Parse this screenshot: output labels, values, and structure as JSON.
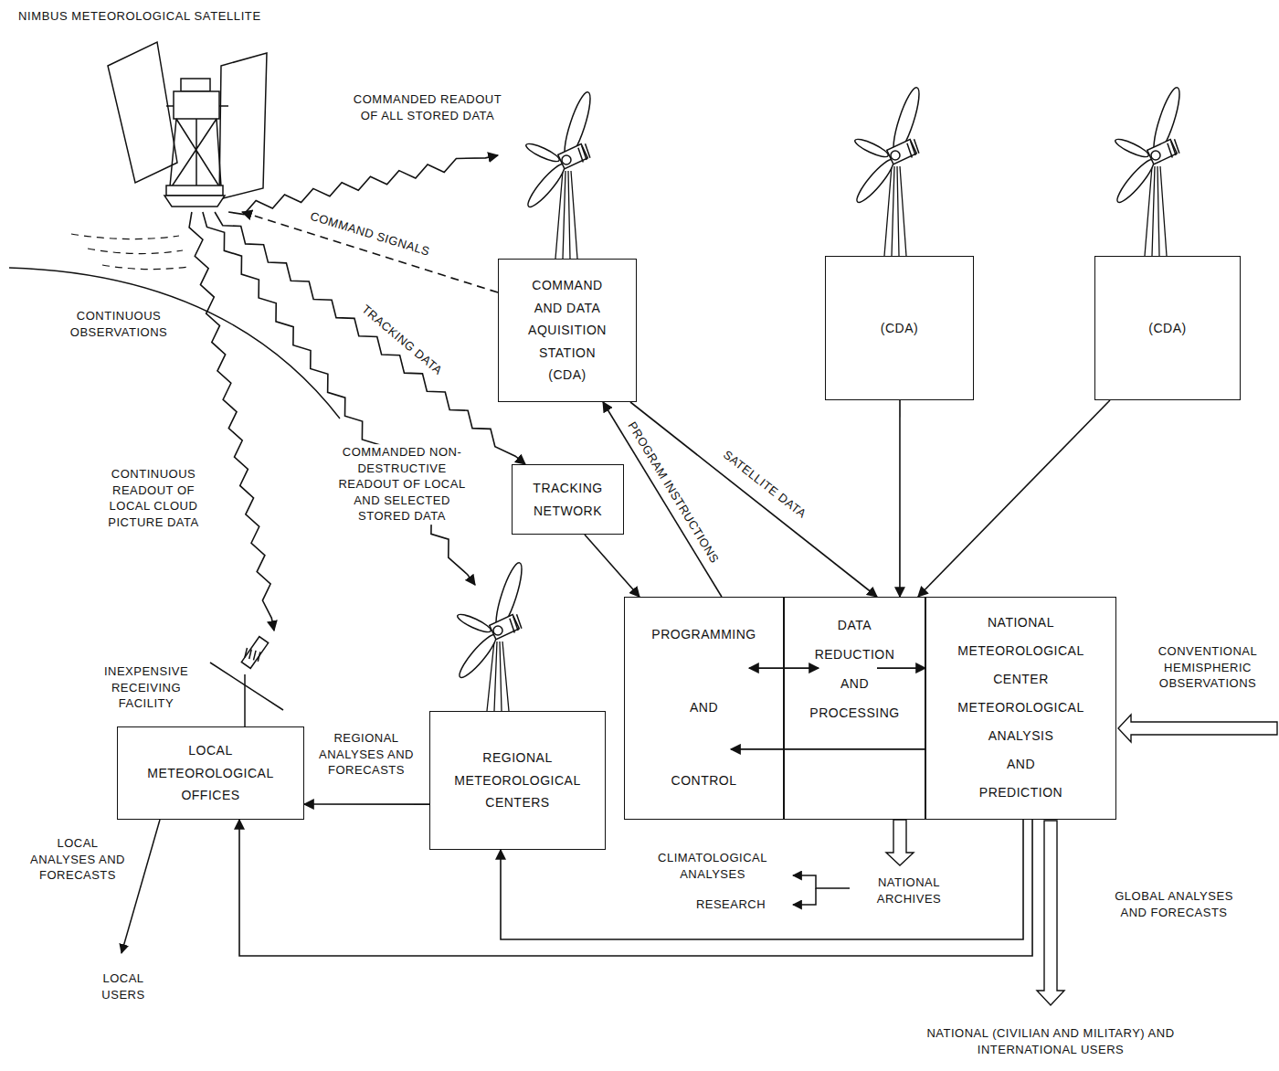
{
  "diagram": {
    "nodes": [
      {
        "text": [
          "NIMBUS METEOROLOGICAL SATELLITE"
        ]
      },
      {
        "text": [
          "COMMAND AND DATA AQUISITION STATION (CDA)"
        ]
      },
      {
        "text": [
          "(CDA)"
        ]
      },
      {
        "text": [
          "(CDA)"
        ]
      },
      {
        "text": [
          "TRACKING NETWORK"
        ]
      },
      {
        "text": [
          "PROGRAMMING AND CONTROL"
        ]
      },
      {
        "text": [
          "DATA REDUCTION AND PROCESSING"
        ]
      },
      {
        "text": [
          "NATIONAL METEOROLOGICAL CENTER METEOROLOGICAL ANALYSIS AND PREDICTION"
        ]
      },
      {
        "text": [
          "REGIONAL METEOROLOGICAL CENTERS"
        ]
      },
      {
        "text": [
          "LOCAL METEOROLOGICAL OFFICES"
        ]
      }
    ],
    "edges": [
      {
        "from": 0,
        "to": 1,
        "label": "COMMANDED READOUT OF ALL STORED DATA",
        "arrow": "to"
      },
      {
        "from": 1,
        "to": 0,
        "label": "COMMAND SIGNALS",
        "arrow": "to"
      },
      {
        "from": 0,
        "to": 4,
        "label": "TRACKING DATA",
        "arrow": "to"
      },
      {
        "from": 0,
        "to": 8,
        "label": "COMMANDED NON-DESTRUCTIVE READOUT OF LOCAL AND SELECTED STORED DATA",
        "arrow": "to"
      },
      {
        "from": 0,
        "to": 9,
        "label": "CONTINUOUS READOUT OF LOCAL CLOUD PICTURE DATA",
        "arrow": "to"
      },
      {
        "from": 1,
        "to": 6,
        "label": "SATELLITE DATA",
        "arrow": "to"
      },
      {
        "from": 2,
        "to": 6,
        "arrow": "to"
      },
      {
        "from": 3,
        "to": 6,
        "arrow": "to"
      },
      {
        "from": 5,
        "to": 1,
        "label": "PROGRAM INSTRUCTIONS",
        "arrow": "to"
      },
      {
        "from": 4,
        "to": 5,
        "arrow": "to"
      },
      {
        "from": 5,
        "to": 6,
        "arrow": "both"
      },
      {
        "from": 6,
        "to": 7,
        "arrow": "to"
      },
      {
        "from": 7,
        "to": 5,
        "arrow": "to"
      },
      {
        "from": 7,
        "to": 8,
        "arrow": "to"
      },
      {
        "from": 7,
        "to": 9,
        "arrow": "to"
      },
      {
        "from": 8,
        "to": 9,
        "label": "REGIONAL ANALYSES AND FORECASTS",
        "arrow": "to"
      }
    ],
    "labels": [
      "CONTINUOUS OBSERVATIONS",
      "INEXPENSIVE RECEIVING FACILITY",
      "LOCAL ANALYSES AND FORECASTS",
      "LOCAL USERS",
      "CLIMATOLOGICAL ANALYSES",
      "RESEARCH",
      "NATIONAL ARCHIVES",
      "CONVENTIONAL HEMISPHERIC OBSERVATIONS",
      "GLOBAL ANALYSES AND FORECASTS",
      "NATIONAL (CIVILIAN AND MILITARY) AND INTERNATIONAL USERS"
    ]
  }
}
